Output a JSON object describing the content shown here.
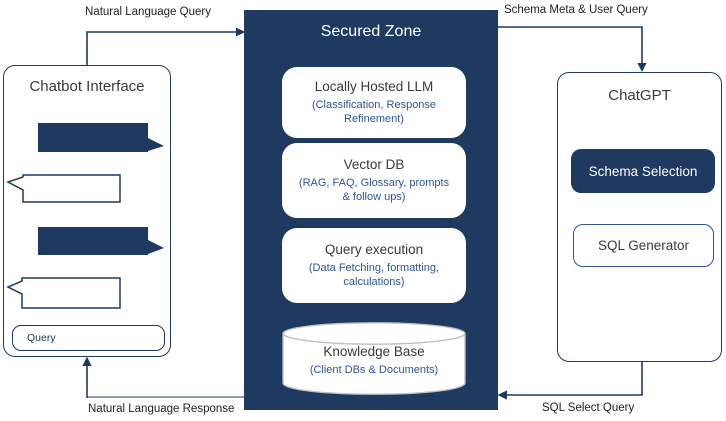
{
  "colors": {
    "navy": "#1f3a60",
    "subtitle_blue": "#2f5496",
    "light_line": "#8c9cb8",
    "cylinder_border": "#bfbfbf",
    "white": "#ffffff"
  },
  "arrows": {
    "top_left_label": "Natural Language Query",
    "top_right_label": "Schema Meta & User Query",
    "bottom_right_label": "SQL Select Query",
    "bottom_left_label": "Natural Language Response"
  },
  "chatbot": {
    "title": "Chatbot Interface",
    "query_input_value": "Query"
  },
  "secured_zone": {
    "title": "Secured Zone",
    "modules": [
      {
        "title": "Locally Hosted LLM",
        "subtitle": "(Classification, Response Refinement)"
      },
      {
        "title": "Vector DB",
        "subtitle": "(RAG, FAQ, Glossary, prompts & follow ups)"
      },
      {
        "title": "Query execution",
        "subtitle": "(Data Fetching, formatting, calculations)"
      }
    ],
    "knowledge_base": {
      "title": "Knowledge Base",
      "subtitle": "(Client DBs & Documents)"
    }
  },
  "chatgpt": {
    "title": "ChatGPT",
    "schema_button_label": "Schema Selection",
    "sql_button_label": "SQL Generator"
  }
}
